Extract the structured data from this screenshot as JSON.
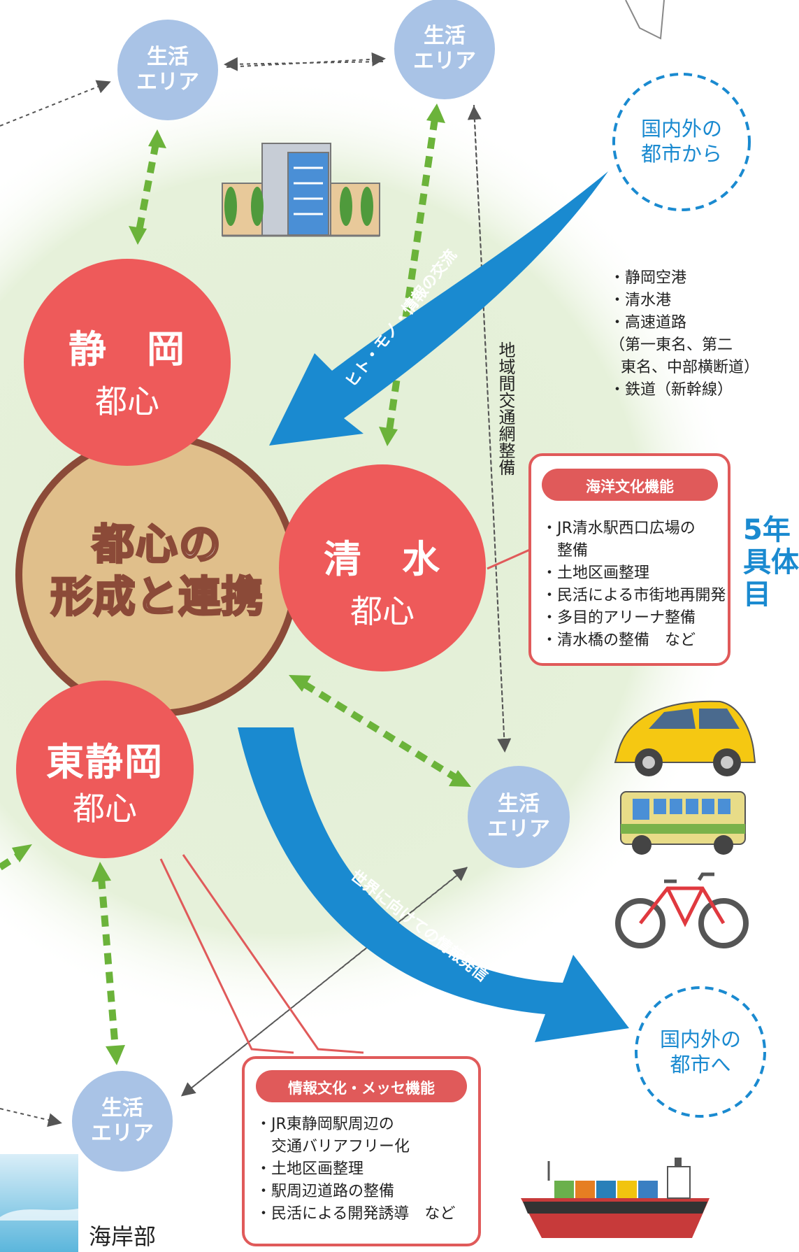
{
  "center": {
    "line1": "都心の",
    "line2": "形成と連携"
  },
  "shizuoka": {
    "name": "静　岡",
    "sub": "都心"
  },
  "shimizu": {
    "name": "清　水",
    "sub": "都心"
  },
  "higashi": {
    "name": "東静岡",
    "sub": "都心"
  },
  "life_area": {
    "line1": "生活",
    "line2": "エリア"
  },
  "from_abroad": {
    "line1": "国内外の",
    "line2": "都市から"
  },
  "to_abroad": {
    "line1": "国内外の",
    "line2": "都市へ"
  },
  "arrow_in_text": "ヒト・モノ・情報の交流",
  "arrow_out_text": "世界に向けての情報発信",
  "regional_network": "地域間交通網整備",
  "infrastructure": [
    "・静岡空港",
    "・清水港",
    "・高速道路",
    "（第一東名、第二",
    "東名、中部横断道）",
    "・鉄道（新幹線）"
  ],
  "marine_box": {
    "title": "海洋文化機能",
    "items": [
      "・JR清水駅西口広場の",
      "　整備",
      "・土地区画整理",
      "・民活による市街地再開発",
      "・多目的アリーナ整備",
      "・清水橋の整備　など"
    ]
  },
  "info_box": {
    "title": "情報文化・メッセ機能",
    "items": [
      "・JR東静岡駅周辺の",
      "　交通バリアフリー化",
      "・土地区画整理",
      "・駅周辺道路の整備",
      "・民活による開発誘導　など"
    ]
  },
  "edge_text": [
    "5年",
    "具体",
    "目"
  ],
  "coast_label": "海岸部",
  "colors": {
    "city": "#ee5a5a",
    "center_fill": "#e0bf8b",
    "center_ring": "#8b4a38",
    "area": "#a9c3e6",
    "arrow": "#1a8ad0",
    "green": "#6bb33a",
    "glow": "#e2efd6"
  }
}
